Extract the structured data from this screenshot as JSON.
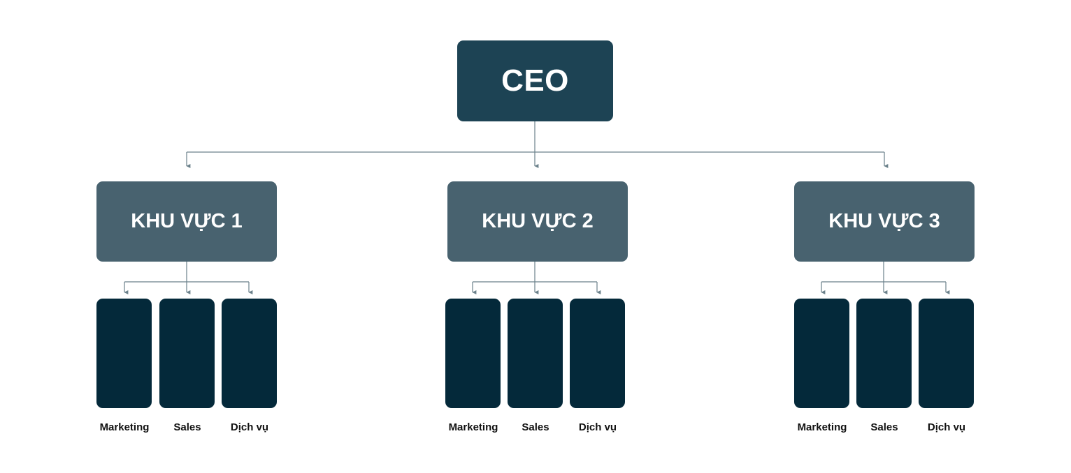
{
  "colors": {
    "ceo_fill": "#1d4354",
    "region_fill": "#48626f",
    "department_fill": "#04293a",
    "connector": "#6a808a",
    "label_text": "#111111"
  },
  "ceo": {
    "label": "CEO"
  },
  "regions": [
    {
      "label": "KHU VỰC 1",
      "departments": [
        "Marketing",
        "Sales",
        "Dịch vụ"
      ]
    },
    {
      "label": "KHU VỰC 2",
      "departments": [
        "Marketing",
        "Sales",
        "Dịch vụ"
      ]
    },
    {
      "label": "KHU VỰC 3",
      "departments": [
        "Marketing",
        "Sales",
        "Dịch vụ"
      ]
    }
  ]
}
